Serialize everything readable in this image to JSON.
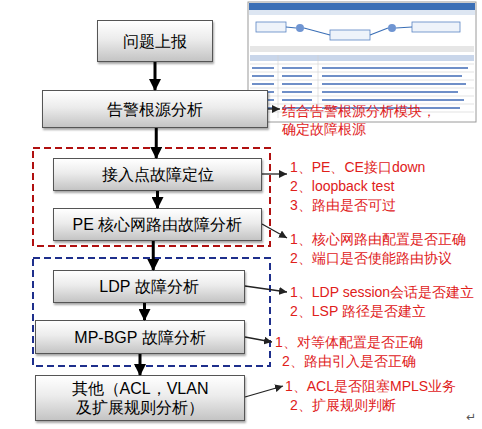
{
  "diagram": {
    "nodes": [
      {
        "text": [
          "问题上报"
        ]
      },
      {
        "text": [
          "告警根源分析"
        ]
      },
      {
        "text": [
          "接入点故障定位"
        ]
      },
      {
        "text": [
          "PE 核心网路由故障分析"
        ]
      },
      {
        "text": [
          "LDP 故障分析"
        ]
      },
      {
        "text": [
          "MP-BGP 故障分析"
        ]
      },
      {
        "text": [
          "其他（ACL，VLAN 及扩展规则分析）"
        ]
      }
    ],
    "edges": [
      {
        "from": 0,
        "to": 1,
        "arrow": "to"
      },
      {
        "from": 1,
        "to": 2,
        "arrow": "to"
      },
      {
        "from": 2,
        "to": 3,
        "arrow": "to"
      },
      {
        "from": 3,
        "to": 4,
        "arrow": "to"
      },
      {
        "from": 4,
        "to": 5,
        "arrow": "to"
      },
      {
        "from": 5,
        "to": 6,
        "arrow": "to"
      }
    ],
    "labels": [
      "结合告警根源分析模块，确定故障根源",
      "1、PE、CE接口down",
      "2、loopback test",
      "3、路由是否可过",
      "1、核心网路由配置是否正确",
      "2、端口是否使能路由协议",
      "1、LDP session会话是否建立",
      "2、LSP 路径是否建立",
      "1、对等体配置是否正确",
      "2、路由引入是否正确",
      "1、ACL是否阻塞MPLS业务",
      "2、扩展规则判断",
      "↵"
    ]
  }
}
